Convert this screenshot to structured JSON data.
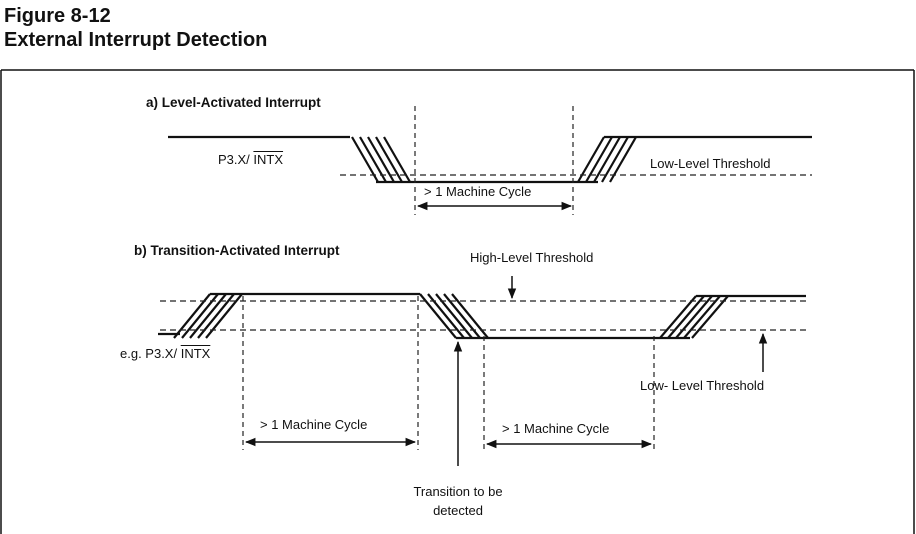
{
  "figure": {
    "number": "Figure 8-12",
    "title": "External Interrupt Detection"
  },
  "panel_a": {
    "heading": "a) Level-Activated Interrupt",
    "signal_prefix": "P3.X/ ",
    "signal_bar": "INTX",
    "threshold_label": "Low-Level Threshold",
    "cycle_label": "> 1 Machine Cycle"
  },
  "panel_b": {
    "heading": "b) Transition-Activated Interrupt",
    "high_threshold_label": "High-Level Threshold",
    "signal_prefix": "e.g. P3.X/ ",
    "signal_bar": "INTX",
    "low_threshold_label": "Low- Level Threshold",
    "cycle_label_1": "> 1 Machine Cycle",
    "cycle_label_2": "> 1 Machine Cycle",
    "transition_line1": "Transition to be",
    "transition_line2": "detected"
  }
}
